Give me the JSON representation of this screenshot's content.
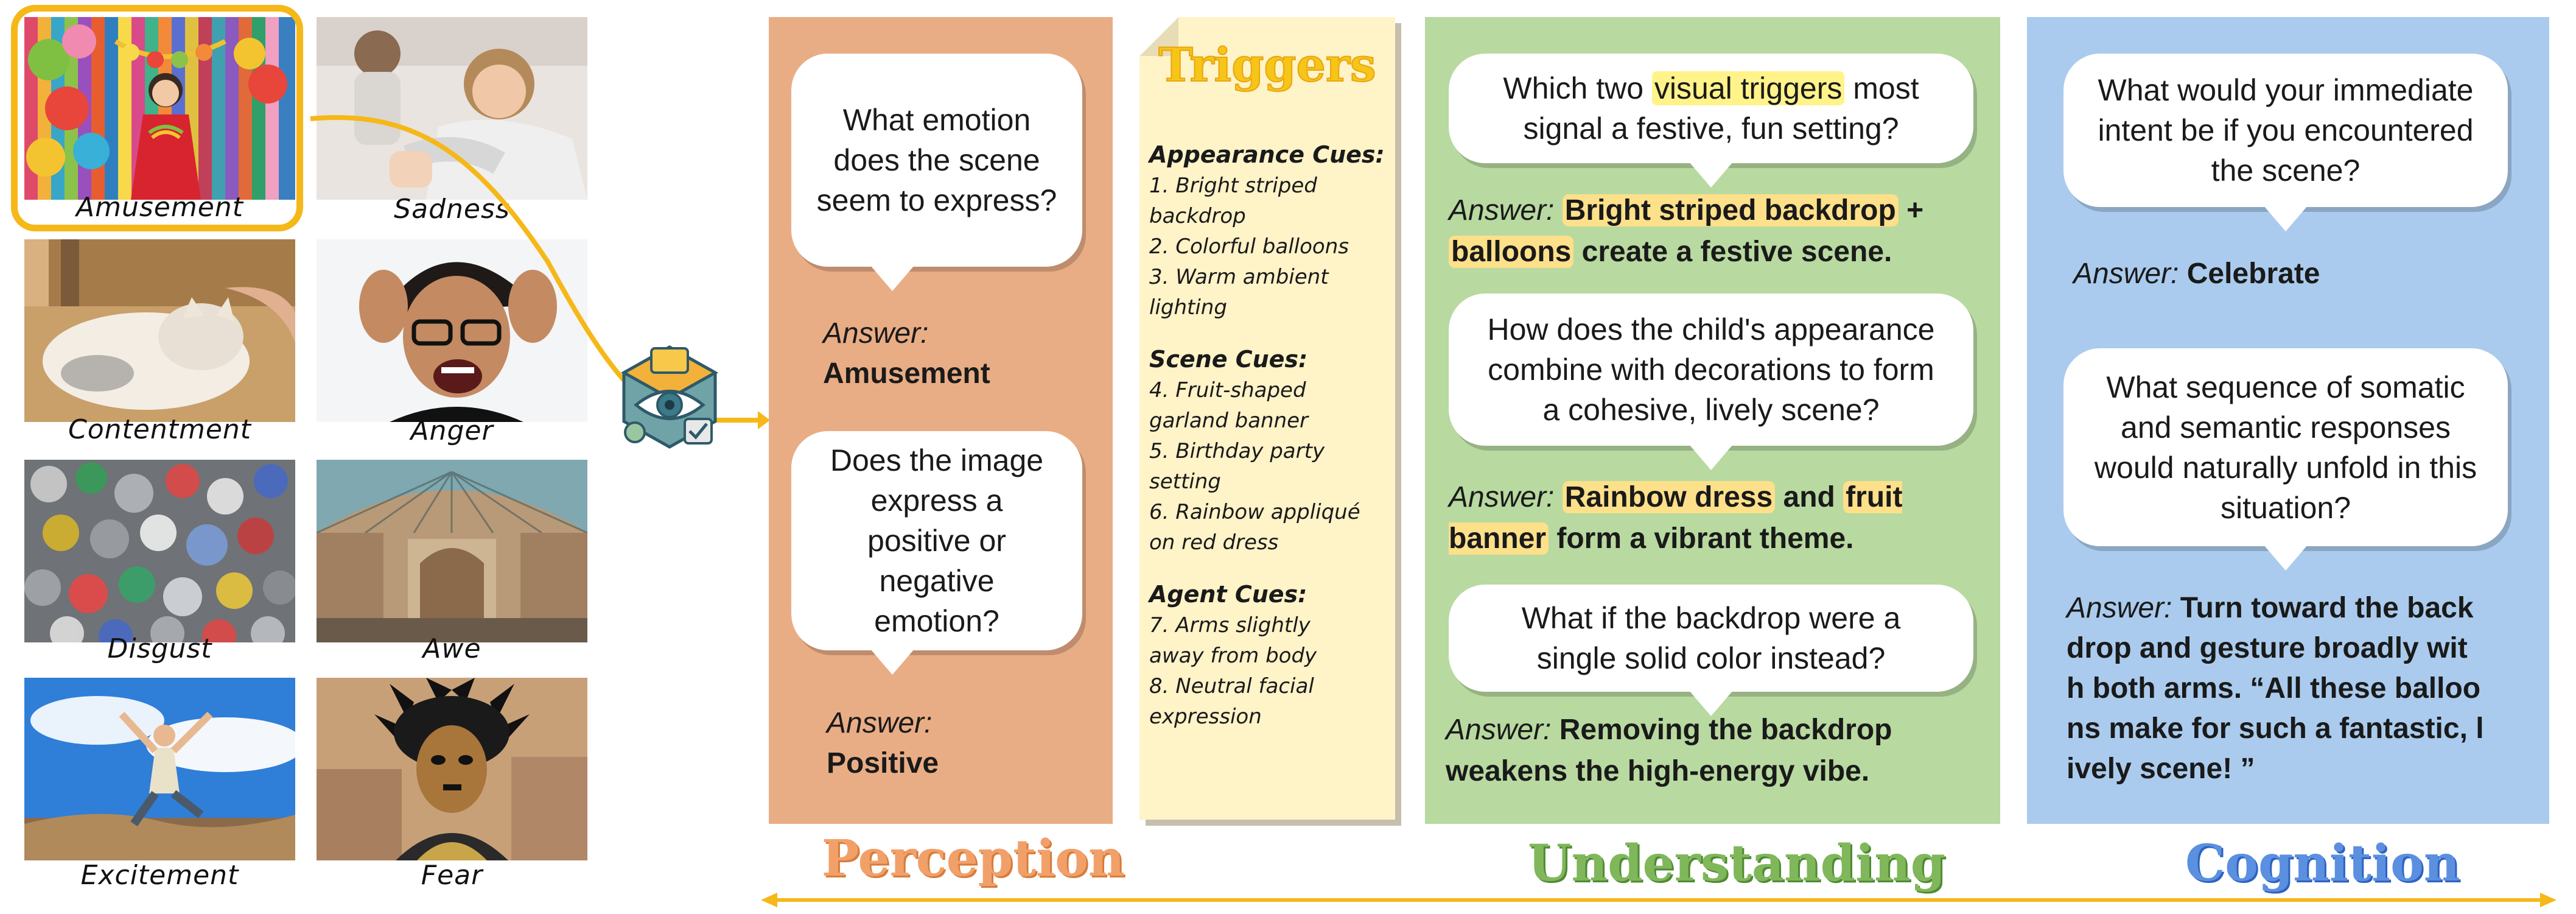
{
  "emotions": [
    "Amusement",
    "Sadness",
    "Contentment",
    "Anger",
    "Disgust",
    "Awe",
    "Excitement",
    "Fear"
  ],
  "perception": {
    "stage_label": "Perception",
    "q1": "What emotion does the scene seem to express?",
    "q1_answer_label": "Answer:",
    "q1_answer": "Amusement",
    "q2": "Does the image express a positive or negative emotion?",
    "q2_answer_label": "Answer:",
    "q2_answer": "Positive"
  },
  "triggers": {
    "title": "Triggers",
    "groups": [
      {
        "heading": "Appearance Cues:",
        "items": [
          "1. Bright striped",
          "backdrop",
          "2. Colorful balloons",
          "3. Warm ambient",
          "lighting"
        ]
      },
      {
        "heading": "Scene Cues:",
        "items": [
          "4. Fruit-shaped",
          "garland banner",
          "5. Birthday party",
          "setting",
          "6. Rainbow appliqué",
          "on red dress"
        ]
      },
      {
        "heading": "Agent Cues:",
        "items": [
          "7. Arms slightly",
          "away from body",
          "8. Neutral facial",
          "expression"
        ]
      }
    ]
  },
  "understanding": {
    "stage_label": "Understanding",
    "q1_pre": "Which two ",
    "q1_highlight": "visual triggers",
    "q1_post": " most signal a festive, fun setting?",
    "a1_label": "Answer:",
    "a1_h1": "Bright striped backdrop",
    "a1_mid": " + ",
    "a1_h2": "balloons",
    "a1_post": " create a festive scene.",
    "q2": "How does the child's appearance combine with decorations to form a cohesive, lively scene?",
    "a2_label": "Answer:",
    "a2_h1": "Rainbow dress",
    "a2_mid": " and ",
    "a2_h2": "fruit banner",
    "a2_post": " form a vibrant theme.",
    "q3": "What if the backdrop were a single solid color instead?",
    "a3_label": "Answer:",
    "a3": "Removing the backdrop weakens the high-energy vibe."
  },
  "cognition": {
    "stage_label": "Cognition",
    "q1": "What would your immediate intent be if you encountered the scene?",
    "a1_label": "Answer:",
    "a1": "Celebrate",
    "q2": "What sequence of somatic and semantic responses would naturally unfold in this situation?",
    "a2_label": "Answer:",
    "a2_line1": "Turn toward the back",
    "a2_line2": "drop and gesture broadly wit",
    "a2_line3": "h both arms. “All these balloo",
    "a2_line4": "ns make for such a fantastic, l",
    "a2_line5": "ively scene! ”"
  },
  "colors": {
    "accent_yellow": "#f5b818",
    "perception_panel": "#e9ad85",
    "triggers_panel": "#fff3c8",
    "understanding_panel": "#b8d9a0",
    "cognition_panel": "#aacbed"
  },
  "icons": [
    "model-eye-icon"
  ]
}
